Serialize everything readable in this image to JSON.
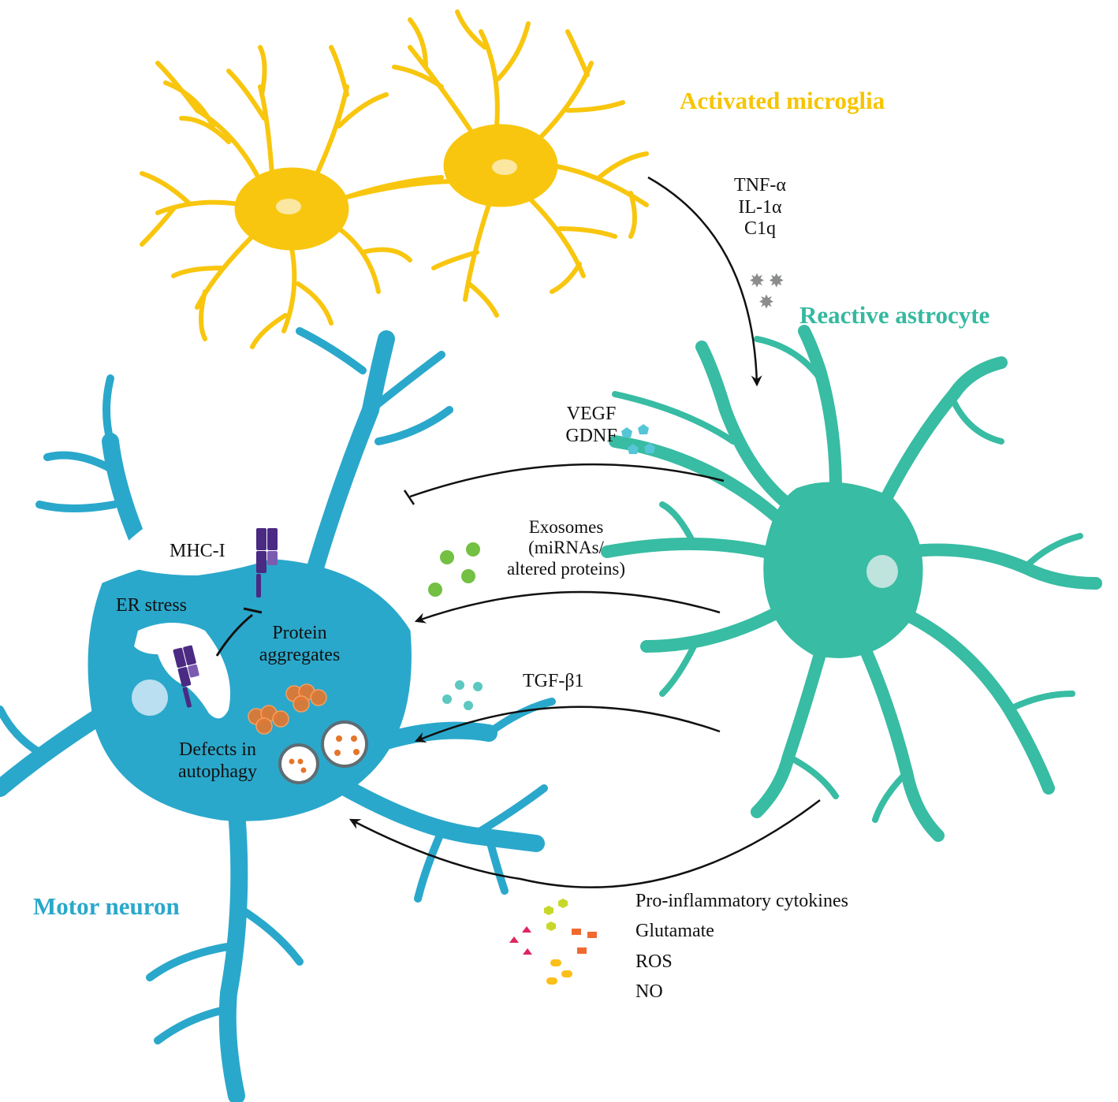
{
  "colors": {
    "microglia": "#f8c60e",
    "microglia_nucleus": "#fbe7a0",
    "astrocyte": "#38bca3",
    "astrocyte_nucleus": "#bfe3dd",
    "neuron": "#2aa8cb",
    "neuron_nucleus": "#b9dff0",
    "mhc": "#4a2a82",
    "mhc_light": "#7b5bb0",
    "aggregate": "#e4762c",
    "exosome": "#73c043",
    "vegf": "#56c5d6",
    "tgf": "#5cc8c0",
    "cytokine_hex": "#c8d82a",
    "glutamate_tri": "#e0245e",
    "ros_rect": "#f06a30",
    "no_pill": "#fbbf1a",
    "c1q_star": "#8a8c8e",
    "arrow": "#111111"
  },
  "cells": {
    "microglia_label": "Activated microglia",
    "astrocyte_label": "Reactive astrocyte",
    "neuron_label": "Motor neuron"
  },
  "signals": {
    "microglia_to_astrocyte": [
      "TNF-α",
      "IL-1α",
      "C1q"
    ],
    "trophic": [
      "VEGF",
      "GDNF"
    ],
    "exosomes": [
      "Exosomes",
      "(miRNAs/",
      "altered proteins)"
    ],
    "tgf": "TGF-β1",
    "toxic": [
      "Pro-inflammatory cytokines",
      "Glutamate",
      "ROS",
      "NO"
    ]
  },
  "neuron_internal": {
    "mhc": "MHC-I",
    "er_stress": "ER stress",
    "protein_aggregates": [
      "Protein",
      "aggregates"
    ],
    "autophagy": [
      "Defects in",
      "autophagy"
    ]
  }
}
